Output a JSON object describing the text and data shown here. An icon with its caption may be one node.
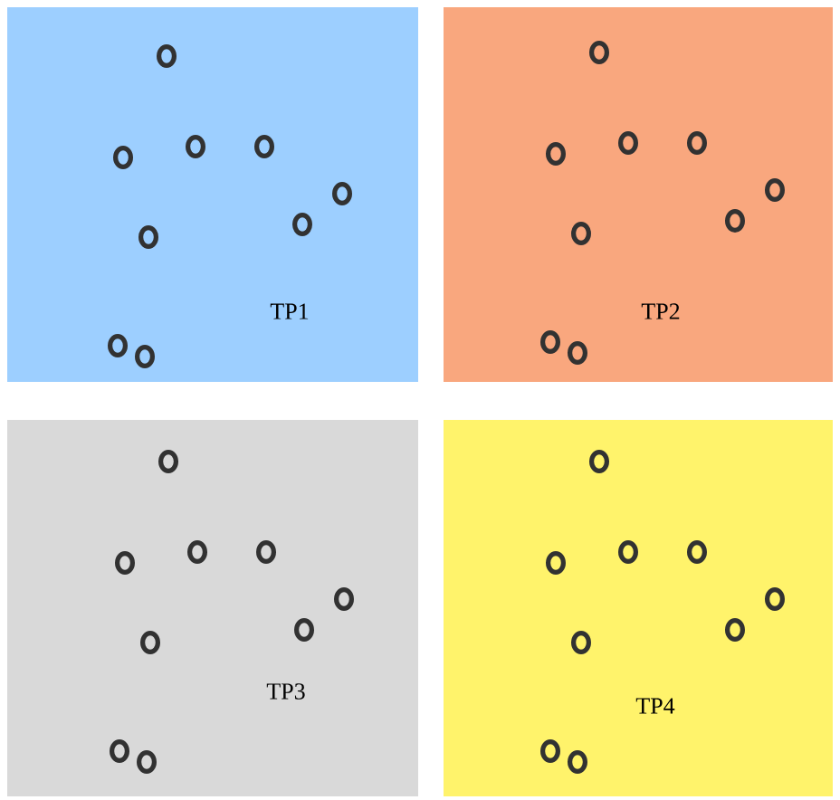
{
  "diagram": {
    "nodes": [
      {
        "text": [
          "TP1"
        ]
      },
      {
        "text": [
          "TP2"
        ]
      },
      {
        "text": [
          "TP3"
        ]
      },
      {
        "text": [
          "TP4"
        ]
      }
    ]
  }
}
